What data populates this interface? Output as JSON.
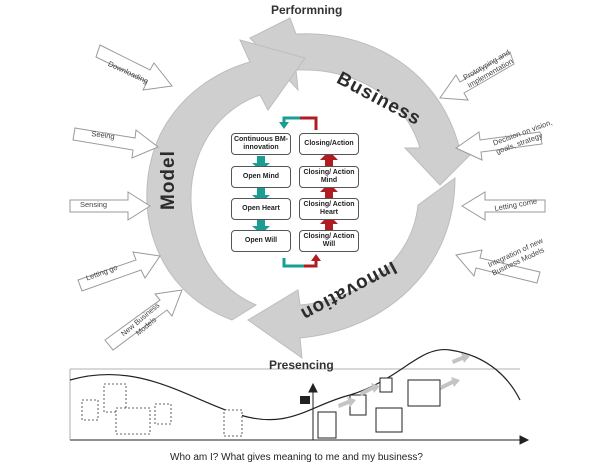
{
  "title_top": "Performning",
  "title_middle": "Presencing",
  "caption": "Who am I? What gives meaning to me and my business?",
  "cycle_words": {
    "model": "Model",
    "business": "Business",
    "innovation": "Innovation"
  },
  "left_labels": [
    "Downloading",
    "Seeing",
    "Sensing",
    "Letting go",
    "New Business Models"
  ],
  "right_labels": [
    "Prototyping and implementation",
    "Decision on vision, goals, strategy",
    "Letting come",
    "Integration of new Business Models"
  ],
  "left_boxes": [
    "Continuous BM-innovation",
    "Open Mind",
    "Open Heart",
    "Open Will"
  ],
  "right_boxes": [
    "Closing/Action",
    "Closing/ Action Mind",
    "Closing/ Action Heart",
    "Closing/ Action Will"
  ],
  "colors": {
    "cycle_gray": "#cfcfcf",
    "teal": "#1a9e93",
    "red": "#b01c22",
    "arrow_outline": "#9a9a9a"
  }
}
